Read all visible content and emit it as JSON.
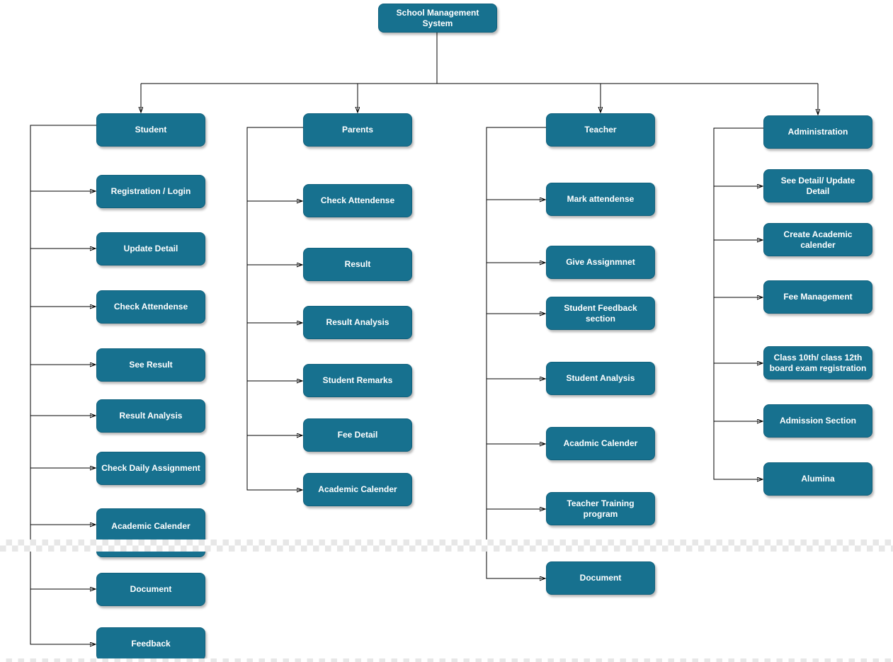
{
  "diagram": {
    "title": "School Management System",
    "columns": [
      {
        "title": "Student",
        "children": [
          "Registration / Login",
          "Update Detail",
          "Check Attendense",
          "See Result",
          "Result Analysis",
          "Check Daily Assignment",
          "Academic Calender",
          "Document",
          "Feedback"
        ]
      },
      {
        "title": "Parents",
        "children": [
          "Check Attendense",
          "Result",
          "Result Analysis",
          "Student Remarks",
          "Fee Detail",
          "Academic Calender"
        ]
      },
      {
        "title": "Teacher",
        "children": [
          "Mark attendense",
          "Give Assignmnet",
          "Student Feedback section",
          "Student Analysis",
          "Acadmic Calender",
          "Teacher Training program",
          "Document"
        ]
      },
      {
        "title": "Administration",
        "children": [
          "See Detail/ Update Detail",
          "Create Academic calender",
          "Fee Management",
          "Class 10th/ class 12th board exam registration",
          "Admission Section",
          "Alumina"
        ]
      }
    ]
  },
  "colors": {
    "node_fill": "#17718f",
    "node_border": "#10617d",
    "node_text": "#ffffff",
    "connector": "#000000",
    "background": "#ffffff",
    "transparency_checker": "#e7e7e7"
  }
}
